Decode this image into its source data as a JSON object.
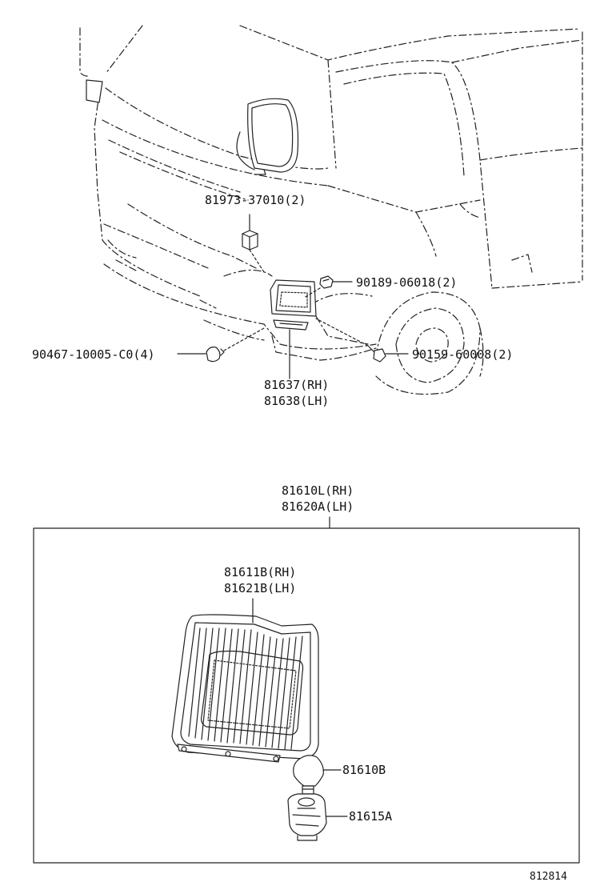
{
  "parts": {
    "clip_81973": "81973-37010(2)",
    "screw_90189": "90189-06018(2)",
    "clip_90467": "90467-10005-C0(4)",
    "screw_90159": "90159-60008(2)",
    "lamp_rh": "81637(RH)",
    "lamp_lh": "81638(LH)",
    "assy_rh": "81610L(RH)",
    "assy_lh": "81620A(LH)",
    "lens_rh": "81611B(RH)",
    "lens_lh": "81621B(LH)",
    "bulb": "81610B",
    "socket": "81615A"
  },
  "figure_number": "812814"
}
